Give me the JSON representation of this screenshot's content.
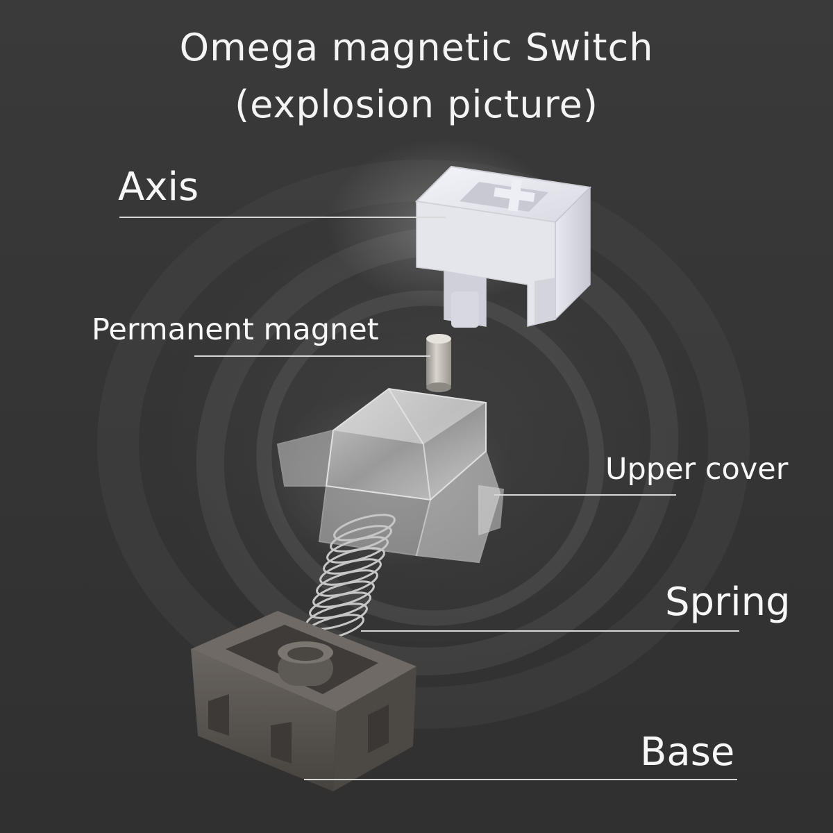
{
  "title": {
    "line1": "Omega magnetic Switch",
    "line2": "(explosion picture)"
  },
  "labels": {
    "axis": "Axis",
    "magnet": "Permanent magnet",
    "upper_cover": "Upper cover",
    "spring": "Spring",
    "base": "Base"
  },
  "colors": {
    "background": "#363636",
    "text": "#f4f4f4",
    "leader_line": "#d8d8d8",
    "axis_stem": "#e6e6ee",
    "magnet": "#bdb9b2",
    "upper_cover": "#dcdcdc",
    "spring": "#c8c8c8",
    "base": "#5a5652"
  }
}
